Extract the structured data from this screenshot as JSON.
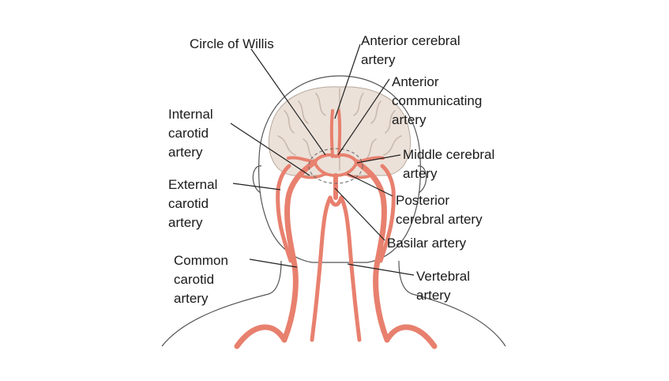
{
  "labels": {
    "circle_of_willis": [
      "Circle of Willis"
    ],
    "anterior_cerebral": [
      "Anterior cerebral",
      "artery"
    ],
    "anterior_communicating": [
      "Anterior",
      "communicating",
      "artery"
    ],
    "internal_carotid": [
      "Internal",
      "carotid",
      "artery"
    ],
    "middle_cerebral": [
      "Middle cerebral",
      "artery"
    ],
    "external_carotid": [
      "External",
      "carotid",
      "artery"
    ],
    "posterior_cerebral": [
      "Posterior",
      "cerebral artery"
    ],
    "basilar": [
      "Basilar artery"
    ],
    "common_carotid": [
      "Common",
      "carotid",
      "artery"
    ],
    "vertebral": [
      "Vertebral",
      "artery"
    ]
  },
  "colors": {
    "artery": "#e8806e",
    "artery_dark": "#c9604f",
    "brain": "#ebe1d9",
    "brain_fold": "#cbbdb2",
    "outline": "#555555",
    "text": "#1a1a1a"
  }
}
